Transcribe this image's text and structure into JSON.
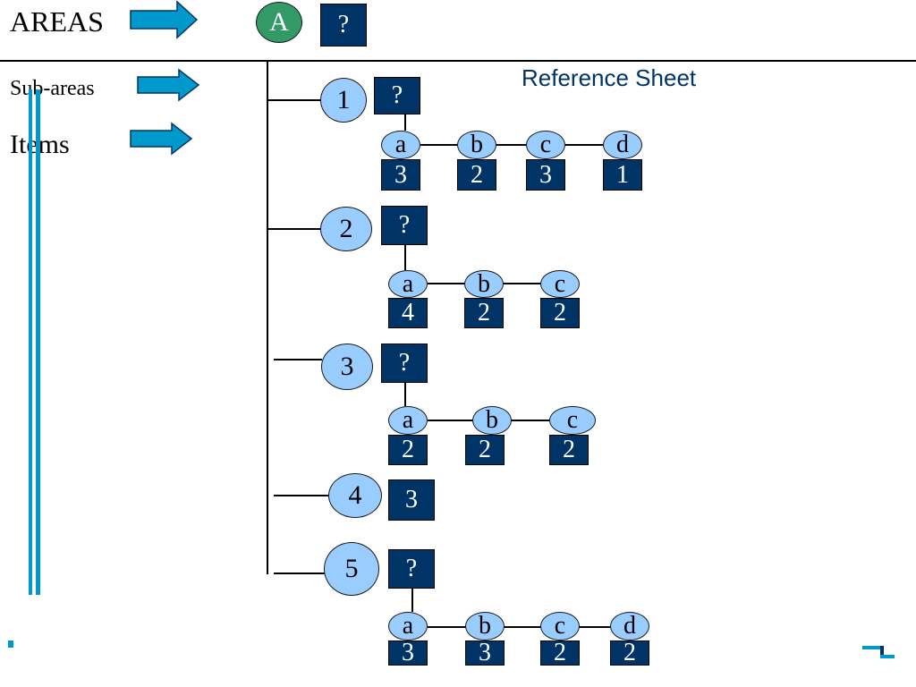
{
  "legend": {
    "areas_label": "AREAS",
    "subareas_label": "Sub-areas",
    "items_label": "Items"
  },
  "area": {
    "label": "A",
    "value": "?"
  },
  "title": "Reference Sheet",
  "subareas": [
    {
      "label": "1",
      "value": "?",
      "items": [
        {
          "label": "a",
          "value": "3"
        },
        {
          "label": "b",
          "value": "2"
        },
        {
          "label": "c",
          "value": "3"
        },
        {
          "label": "d",
          "value": "1"
        }
      ]
    },
    {
      "label": "2",
      "value": "?",
      "items": [
        {
          "label": "a",
          "value": "4"
        },
        {
          "label": "b",
          "value": "2"
        },
        {
          "label": "c",
          "value": "2"
        }
      ]
    },
    {
      "label": "3",
      "value": "?",
      "items": [
        {
          "label": "a",
          "value": "2"
        },
        {
          "label": "b",
          "value": "2"
        },
        {
          "label": "c",
          "value": "2"
        }
      ]
    },
    {
      "label": "4",
      "value": "3",
      "items": []
    },
    {
      "label": "5",
      "value": "?",
      "items": [
        {
          "label": "a",
          "value": "3"
        },
        {
          "label": "b",
          "value": "3"
        },
        {
          "label": "c",
          "value": "2"
        },
        {
          "label": "d",
          "value": "2"
        }
      ]
    }
  ],
  "colors": {
    "subarea_fill": "#99ccff",
    "box_fill": "#003366",
    "area_fill": "#339966",
    "arrow": "#0099cc"
  }
}
